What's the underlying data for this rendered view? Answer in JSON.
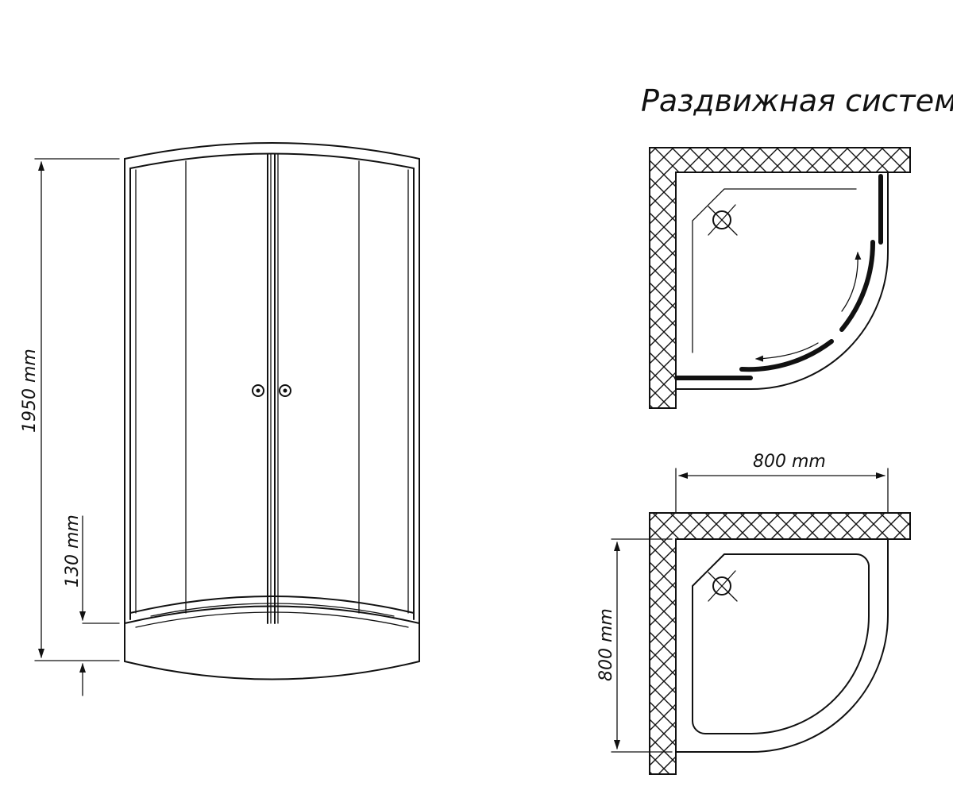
{
  "title": "Раздвижная система",
  "front_view": {
    "height_label": "1950 mm",
    "tray_height_label": "130 mm"
  },
  "plan_view": {
    "width_label": "800 mm",
    "depth_label": "800 mm"
  },
  "colors": {
    "ink": "#111111",
    "background": "#ffffff"
  }
}
